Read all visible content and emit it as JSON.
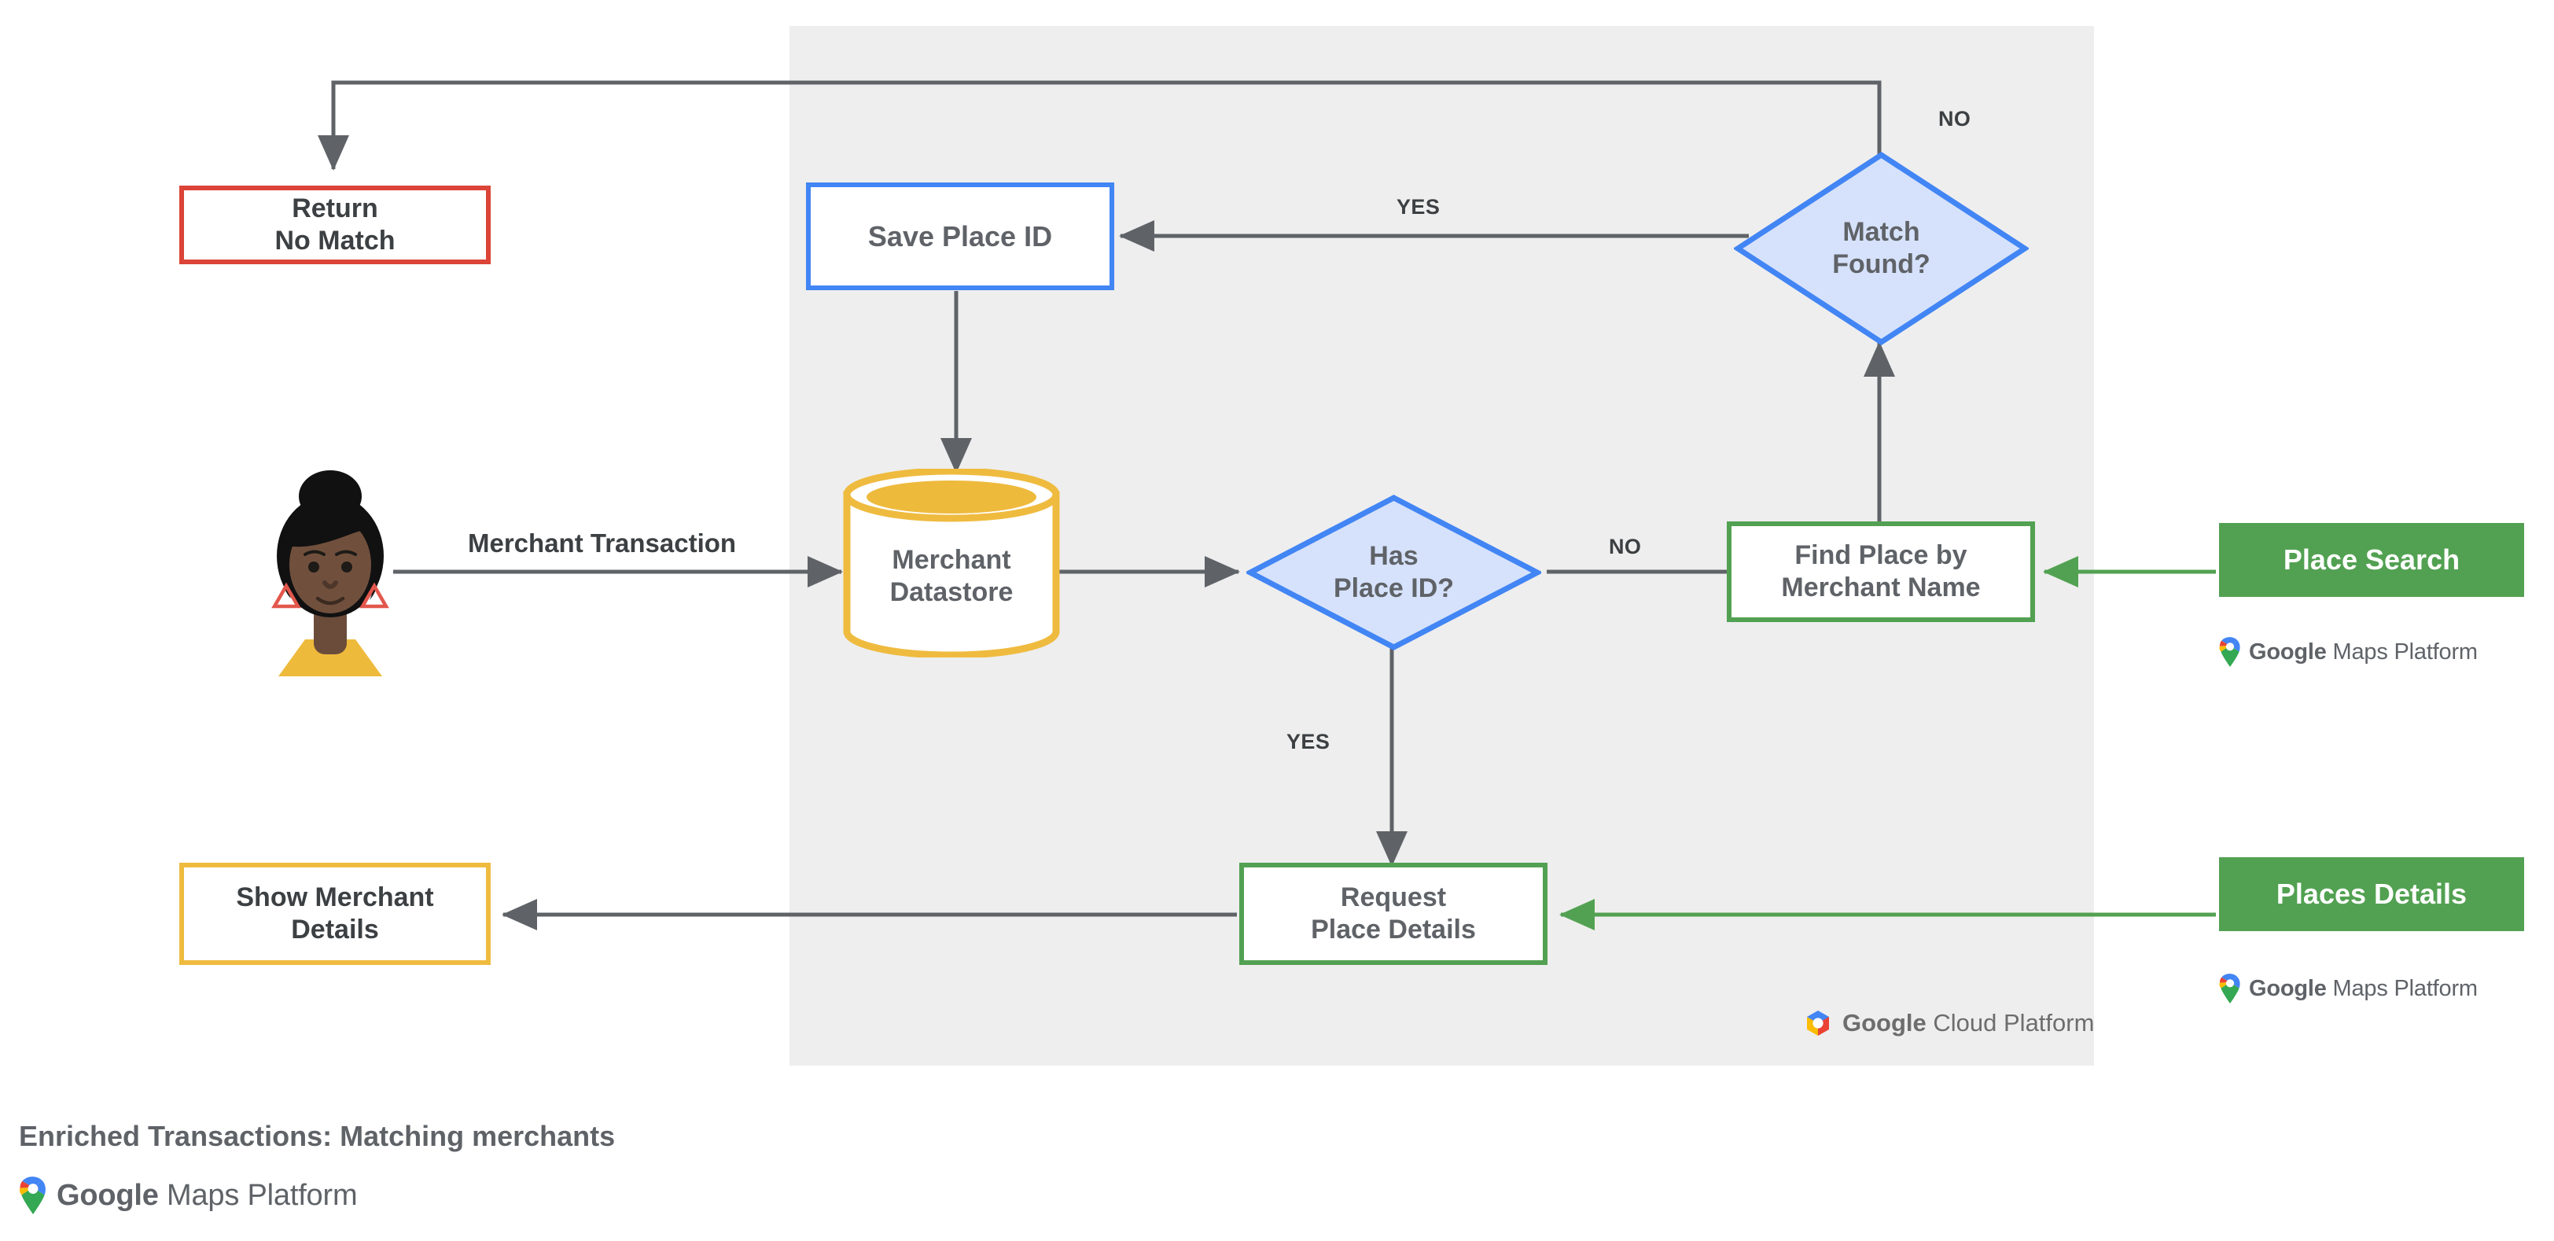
{
  "diagram": {
    "title": "Enriched Transactions: Matching merchants",
    "footer_brand_google": "Google",
    "footer_brand_rest": " Maps Platform",
    "panel_brand_google": "Google",
    "panel_brand_rest": " Cloud Platform",
    "colors": {
      "panel_background": "#eeeeee",
      "red": "#db4437",
      "blue": "#4285f4",
      "blue_fill": "#d6e2fb",
      "green": "#52a152",
      "yellow": "#efbb3f",
      "connector": "#5f6368",
      "text": "#5f6368"
    }
  },
  "nodes": {
    "return_no_match": {
      "label": "Return\nNo Match"
    },
    "save_place_id": {
      "label": "Save Place ID"
    },
    "match_found": {
      "label": "Match\nFound?"
    },
    "merchant_datastore": {
      "label": "Merchant\nDatastore"
    },
    "has_place_id": {
      "label": "Has\nPlace ID?"
    },
    "find_place_by_merchant_name": {
      "label": "Find Place by\nMerchant Name"
    },
    "place_search": {
      "label": "Place Search"
    },
    "show_merchant_details": {
      "label": "Show Merchant\nDetails"
    },
    "request_place_details": {
      "label": "Request\nPlace Details"
    },
    "places_details": {
      "label": "Places Details"
    }
  },
  "edge_labels": {
    "merchant_transaction": "Merchant Transaction",
    "match_found_no": "NO",
    "match_found_yes": "YES",
    "has_place_id_no": "NO",
    "has_place_id_yes": "YES"
  },
  "branding": {
    "maps_platform_google": "Google",
    "maps_platform_rest": " Maps Platform",
    "cloud_platform_google": "Google",
    "cloud_platform_rest": " Cloud Platform"
  }
}
